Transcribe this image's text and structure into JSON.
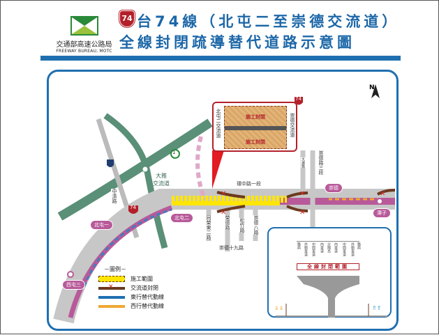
{
  "header": {
    "org_zh": "交通部高速公路局",
    "org_en": "FREEWAY BUREAU, MOTC",
    "route_badge": "74",
    "title_line1": "台74線（北屯二至崇德交流道）",
    "title_line2": "全線封閉疏導替代道路示意圖"
  },
  "map": {
    "north": "N",
    "shields": {
      "freeway": "1",
      "provincial": "1",
      "tai74_a": "74",
      "tai74_b": "74"
    },
    "labels": {
      "daya": "大雅\n交流道",
      "zhongqing": "中清路",
      "huanzhong": "環中路一段",
      "chongde3": "崇德路三段",
      "dalian": "大連路",
      "road_a": "同榮東二路",
      "rongde": "榮德路",
      "songzhu": "松竹路",
      "chongde8": "崇德八路",
      "chongde19": "崇德十九路"
    },
    "ramps": {
      "beitun1": "北屯一",
      "beitun2": "北屯二",
      "chongde": "崇德",
      "tanzi": "潭子",
      "xitun3": "西屯三"
    },
    "callout": {
      "left": "北屯二交流道",
      "right": "崇德交流道",
      "zone_top": "施工封閉",
      "zone_bottom": "施工封閉",
      "badge": "74"
    }
  },
  "legend": {
    "title": "－圖例－",
    "items": [
      {
        "label": "施工範圍",
        "color": "#ffe600"
      },
      {
        "label": "交流道封閉",
        "color": "#6b3a1f"
      },
      {
        "label": "東行替代動線",
        "color": "#1f6fb0"
      },
      {
        "label": "西行替代動線",
        "color": "#f0a830"
      }
    ]
  },
  "cross_section": {
    "lanes": [
      "路肩",
      "外側車道",
      "中間車道",
      "內車道",
      "分隔島",
      "內車道",
      "中間車道",
      "外側車道",
      "路肩"
    ],
    "closed_label": "全線封閉範圍"
  },
  "colors": {
    "brand_blue": "#1f6fb0",
    "tai74_purple": "#b85a9a",
    "closure_red": "#b3202a",
    "freeway_green": "#5a8f78"
  }
}
